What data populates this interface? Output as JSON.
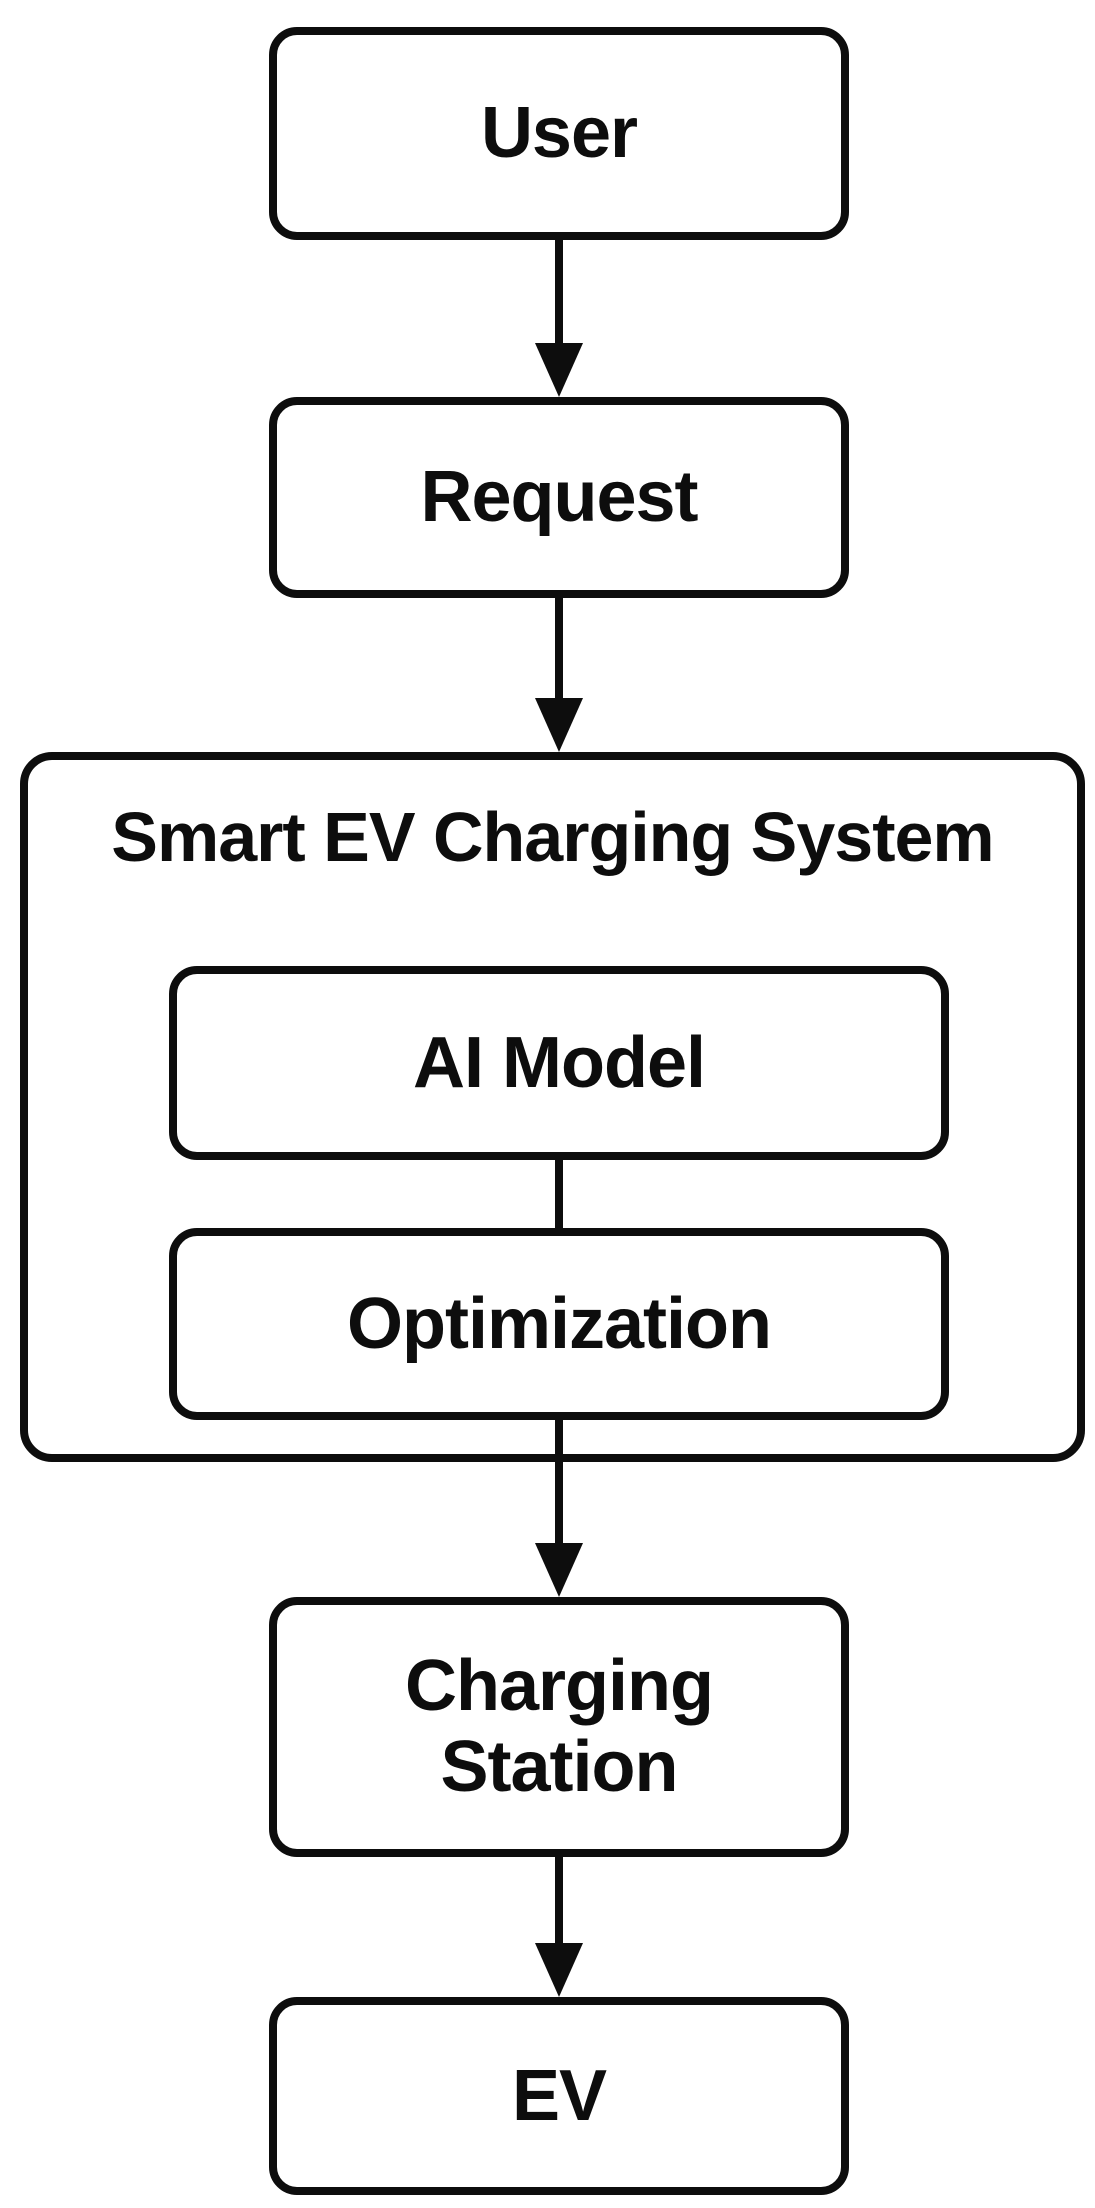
{
  "diagram": {
    "title": "Smart EV Charging System",
    "nodes": {
      "user": "User",
      "request": "Request",
      "ai_model": "AI Model",
      "optimization": "Optimization",
      "charging_station_line1": "Charging",
      "charging_station_line2": "Station",
      "ev": "EV"
    },
    "edges": [
      {
        "from": "User",
        "to": "Request",
        "arrow": true
      },
      {
        "from": "Request",
        "to": "Smart EV Charging System",
        "arrow": true
      },
      {
        "from": "AI Model",
        "to": "Optimization",
        "arrow": false
      },
      {
        "from": "Optimization",
        "to": "Charging Station",
        "arrow": true
      },
      {
        "from": "Charging Station",
        "to": "EV",
        "arrow": true
      }
    ],
    "colors": {
      "stroke": "#0d0d0d",
      "fill": "#ffffff",
      "text": "#0d0d0d",
      "background": "#ffffff"
    }
  }
}
